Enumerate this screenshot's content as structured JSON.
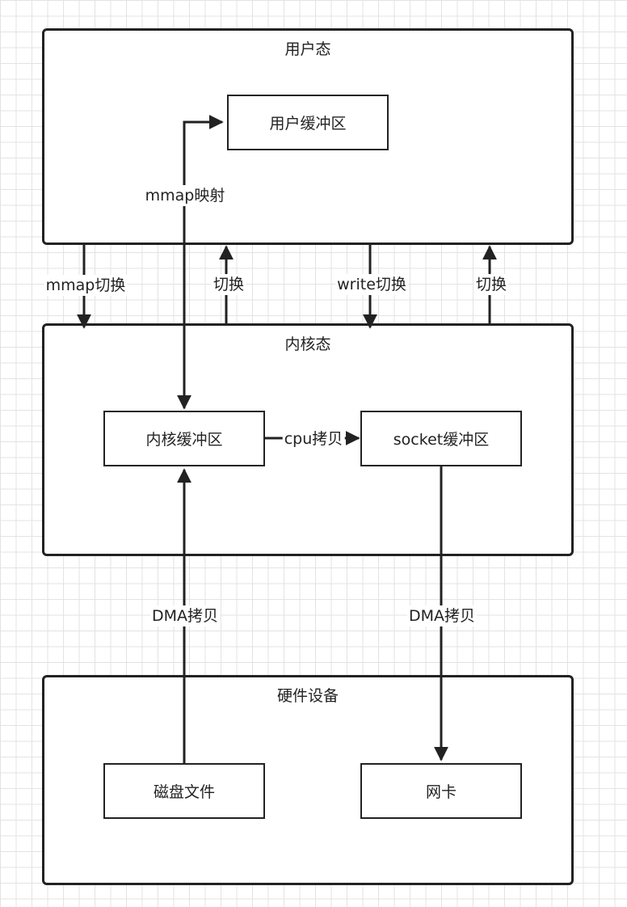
{
  "containers": {
    "user_space": "用户态",
    "kernel_space": "内核态",
    "hardware": "硬件设备"
  },
  "boxes": {
    "user_buffer": "用户缓冲区",
    "kernel_buffer": "内核缓冲区",
    "socket_buffer": "socket缓冲区",
    "disk_file": "磁盘文件",
    "nic": "网卡"
  },
  "edges": {
    "mmap_mapping": "mmap映射",
    "mmap_switch": "mmap切换",
    "switch_up_1": "切换",
    "write_switch": "write切换",
    "switch_up_2": "切换",
    "cpu_copy": "cpu拷贝",
    "dma_copy_disk": "DMA拷贝",
    "dma_copy_nic": "DMA拷贝"
  }
}
